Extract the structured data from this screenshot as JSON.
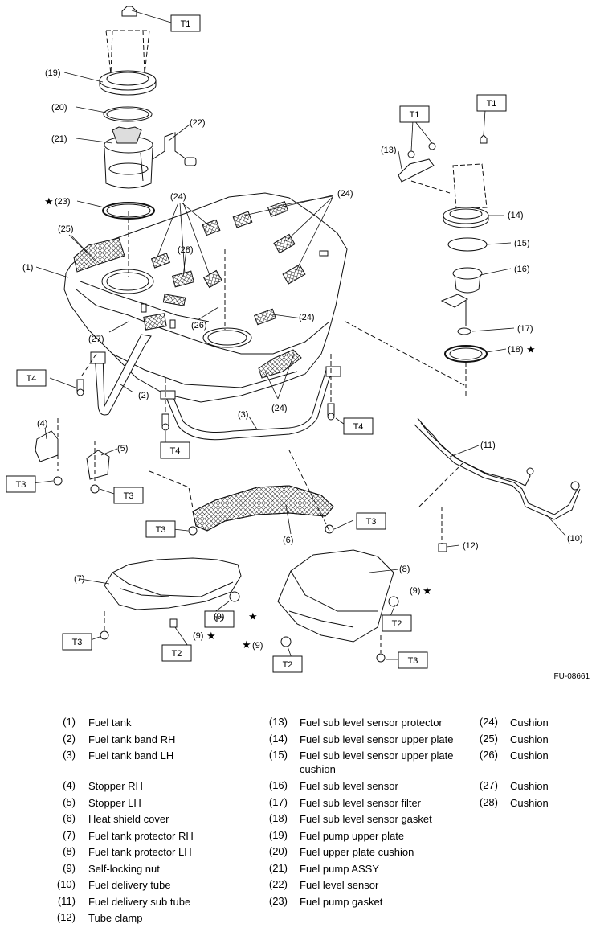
{
  "figure_code": "FU-08661",
  "torque_labels": [
    "T1",
    "T1",
    "T1",
    "T2",
    "T2",
    "T2",
    "T3",
    "T3",
    "T3",
    "T3",
    "T3",
    "T3",
    "T4",
    "T4",
    "T4"
  ],
  "callouts": [
    "(1)",
    "(2)",
    "(3)",
    "(4)",
    "(5)",
    "(6)",
    "(7)",
    "(8)",
    "(9)",
    "(9)",
    "(9)",
    "(9)",
    "(10)",
    "(11)",
    "(12)",
    "(13)",
    "(14)",
    "(15)",
    "(16)",
    "(17)",
    "(18)",
    "(19)",
    "(20)",
    "(21)",
    "(22)",
    "(23)",
    "(24)",
    "(24)",
    "(24)",
    "(24)",
    "(25)",
    "(26)",
    "(27)",
    "(28)"
  ],
  "star_symbol": "★",
  "legend": {
    "col1": [
      {
        "num": "(1)",
        "name": "Fuel tank"
      },
      {
        "num": "(2)",
        "name": "Fuel tank band RH"
      },
      {
        "num": "(3)",
        "name": "Fuel tank band LH"
      },
      {
        "num": "(4)",
        "name": "Stopper RH"
      },
      {
        "num": "(5)",
        "name": "Stopper LH"
      },
      {
        "num": "(6)",
        "name": "Heat shield cover"
      },
      {
        "num": "(7)",
        "name": "Fuel tank protector RH"
      },
      {
        "num": "(8)",
        "name": "Fuel tank protector LH"
      },
      {
        "num": "(9)",
        "name": "Self-locking nut"
      },
      {
        "num": "(10)",
        "name": "Fuel delivery tube"
      },
      {
        "num": "(11)",
        "name": "Fuel delivery sub tube"
      },
      {
        "num": "(12)",
        "name": "Tube clamp"
      }
    ],
    "col2": [
      {
        "num": "(13)",
        "name": "Fuel sub level sensor protector"
      },
      {
        "num": "(14)",
        "name": "Fuel sub level sensor upper plate"
      },
      {
        "num": "(15)",
        "name": "Fuel sub level sensor upper plate cushion"
      },
      {
        "num": "(16)",
        "name": "Fuel sub level sensor"
      },
      {
        "num": "(17)",
        "name": "Fuel sub level sensor filter"
      },
      {
        "num": "(18)",
        "name": "Fuel sub level sensor gasket"
      },
      {
        "num": "(19)",
        "name": "Fuel pump upper plate"
      },
      {
        "num": "(20)",
        "name": "Fuel upper plate cushion"
      },
      {
        "num": "(21)",
        "name": "Fuel pump ASSY"
      },
      {
        "num": "(22)",
        "name": "Fuel level sensor"
      },
      {
        "num": "(23)",
        "name": "Fuel pump gasket"
      }
    ],
    "col3": [
      {
        "num": "(24)",
        "name": "Cushion"
      },
      {
        "num": "(25)",
        "name": "Cushion"
      },
      {
        "num": "(26)",
        "name": "Cushion"
      },
      {
        "num": "(27)",
        "name": "Cushion"
      },
      {
        "num": "(28)",
        "name": "Cushion"
      }
    ]
  }
}
